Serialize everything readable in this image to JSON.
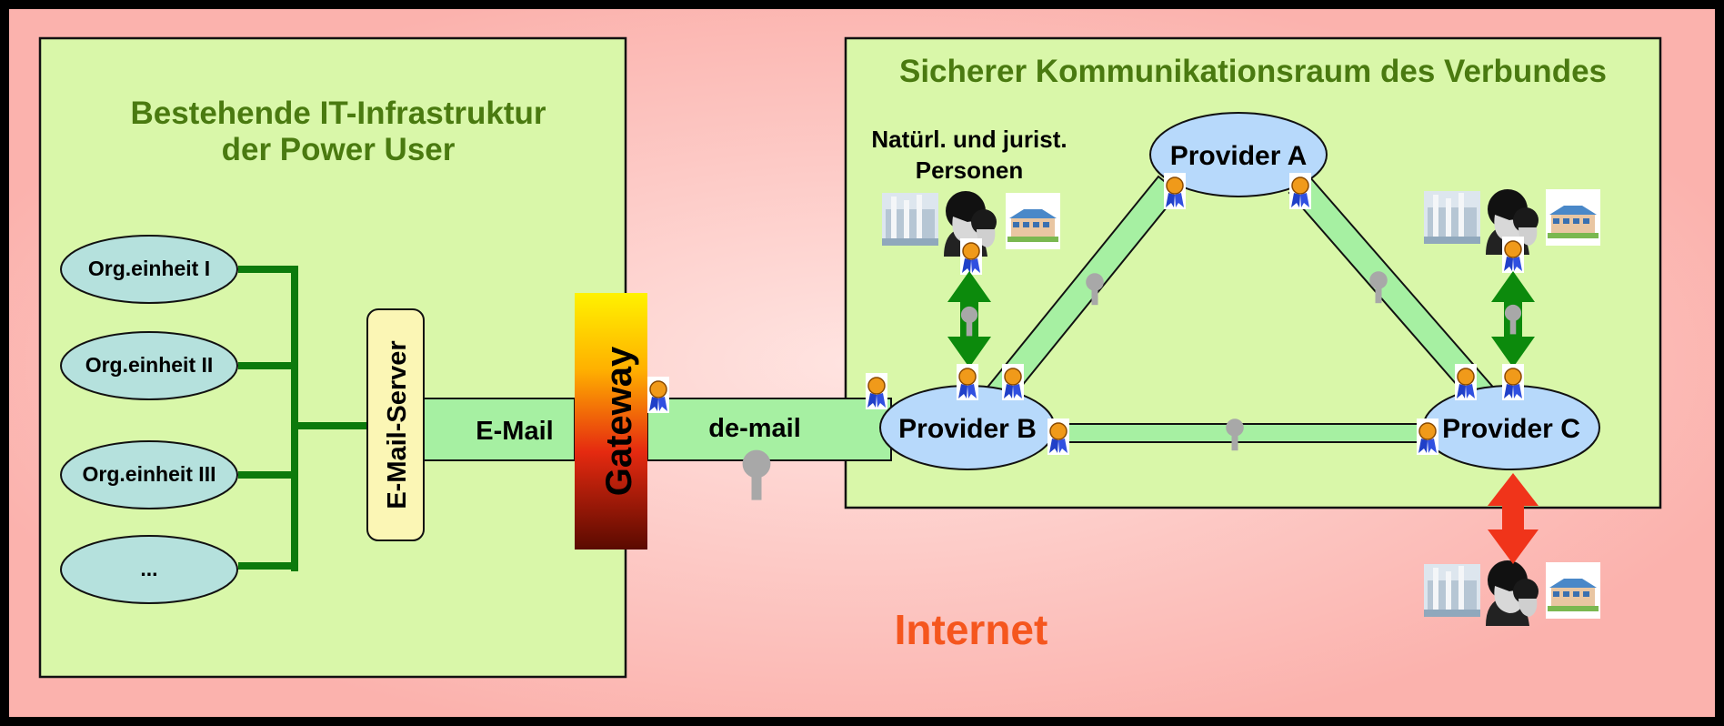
{
  "left_box": {
    "title_line1": "Bestehende IT-Infrastruktur",
    "title_line2": "der Power User",
    "org_units": [
      "Org.einheit I",
      "Org.einheit II",
      "Org.einheit III",
      "..."
    ],
    "server_label": "E-Mail-Server",
    "email_label": "E-Mail"
  },
  "gateway": {
    "label": "Gateway",
    "channel_label": "de-mail"
  },
  "right_box": {
    "title": "Sicherer Kommunikationsraum des Verbundes",
    "persons_line1": "Natürl. und jurist.",
    "persons_line2": "Personen",
    "provider_a": "Provider A",
    "provider_b": "Provider B",
    "provider_c": "Provider C"
  },
  "internet_label": "Internet",
  "colors": {
    "background": "#fbbab5",
    "box_fill": "#d9f7a9",
    "title_green": "#4a7a10",
    "org_fill": "#b5e1dd",
    "provider_fill": "#b7d9fb",
    "channel_fill": "#a6f0a2",
    "link_green": "#0c7a0c",
    "server_fill": "#fbf6b5",
    "internet_orange": "#f5561e",
    "arrow_red": "#f0341a"
  }
}
